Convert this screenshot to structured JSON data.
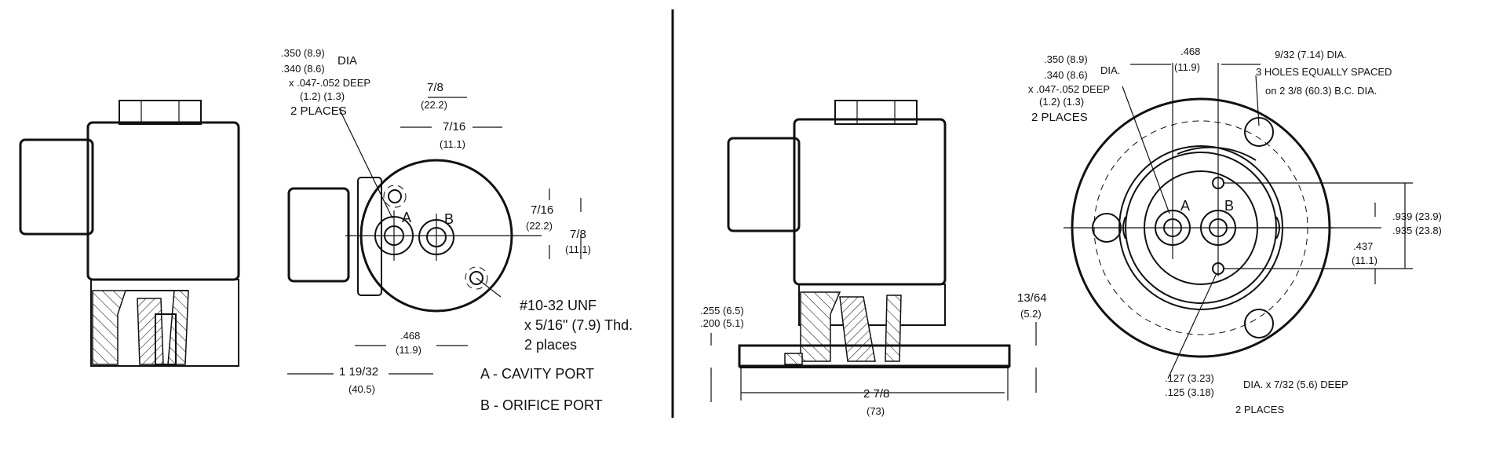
{
  "left_view": {
    "ports_note": [
      ".350 (8.9)",
      ".340 (8.6)",
      "DIA",
      "x .047-.052 DEEP",
      "(1.2) (1.3)",
      "2 PLACES"
    ],
    "dim_7_8": "7/8",
    "dim_7_8_mm": "(22.2)",
    "dim_7_16": "7/16",
    "dim_7_16_mm": "(11.1)",
    "dim_v_7_16": "7/16",
    "dim_v_7_16_mm": "(22.2)",
    "dim_v_7_8": "7/8",
    "dim_v_7_8_mm": "(11.1)",
    "label_a": "A",
    "label_b": "B",
    "thread_note": [
      "#10-32 UNF",
      "x 5/16\" (7.9) Thd.",
      "2 places"
    ],
    "dim_468": ".468",
    "dim_468_mm": "(11.9)",
    "dim_1_19_32": "1 19/32",
    "dim_1_19_32_mm": "(40.5)",
    "legend_a": "A - CAVITY PORT",
    "legend_b": "B - ORIFICE PORT"
  },
  "right_view": {
    "dim_255": ".255 (6.5)",
    "dim_200": ".200 (5.1)",
    "dim_13_64": "13/64",
    "dim_13_64_mm": "(5.2)",
    "dim_2_7_8": "2 7/8",
    "dim_2_7_8_mm": "(73)",
    "ports_note": [
      ".350 (8.9)",
      ".340 (8.6)",
      "DIA.",
      "x .047-.052 DEEP",
      "(1.2) (1.3)",
      "2 PLACES"
    ],
    "dim_468": ".468",
    "dim_468_mm": "(11.9)",
    "holes_note": [
      "9/32 (7.14) DIA.",
      "3 HOLES EQUALLY SPACED",
      "on 2 3/8 (60.3) B.C. DIA."
    ],
    "dim_939": ".939 (23.9)",
    "dim_935": ".935 (23.8)",
    "dim_437": ".437",
    "dim_437_mm": "(11.1)",
    "label_a": "A",
    "label_b": "B",
    "pin_note": [
      ".127 (3.23)",
      ".125 (3.18)",
      "DIA. x 7/32 (5.6) DEEP",
      "2 PLACES"
    ]
  }
}
